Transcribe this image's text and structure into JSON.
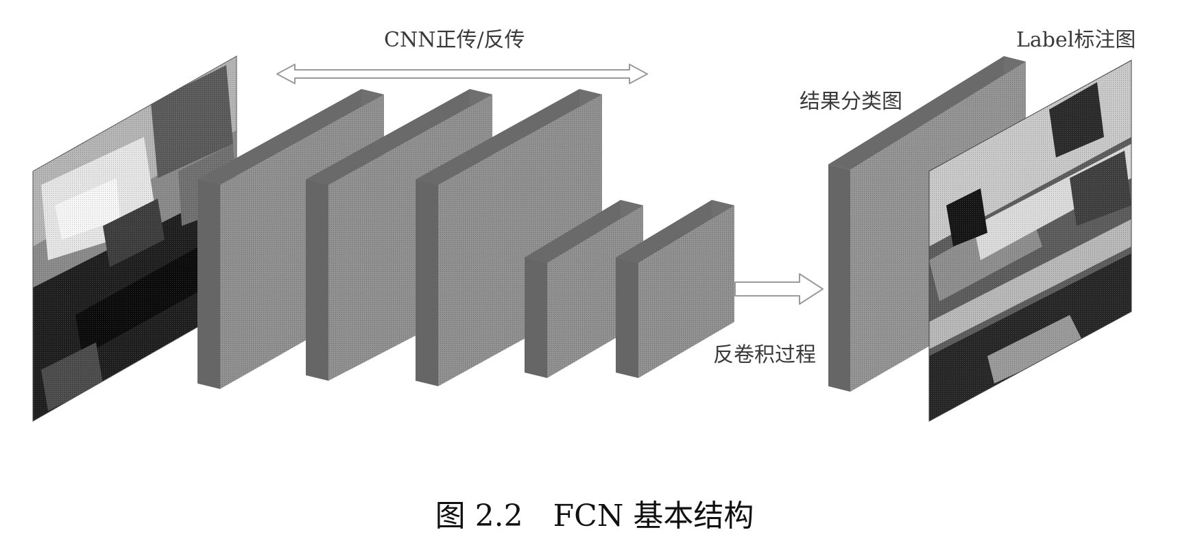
{
  "labels": {
    "cnn_pass": "CNN正传/反传",
    "result_map": "结果分类图",
    "deconv": "反卷积过程",
    "label_map": "Label标注图"
  },
  "caption": {
    "number": "图 2.2",
    "title": "FCN 基本结构"
  },
  "colors": {
    "block_face": "#8f8f8f",
    "block_side": "#6f6f6f",
    "block_top": "#6a6a6a",
    "arrow_fill": "#ffffff",
    "arrow_stroke": "#9a9a9a"
  },
  "icons": {
    "input_image": "aerial-photo-icon",
    "label_image": "segmentation-map-icon"
  }
}
